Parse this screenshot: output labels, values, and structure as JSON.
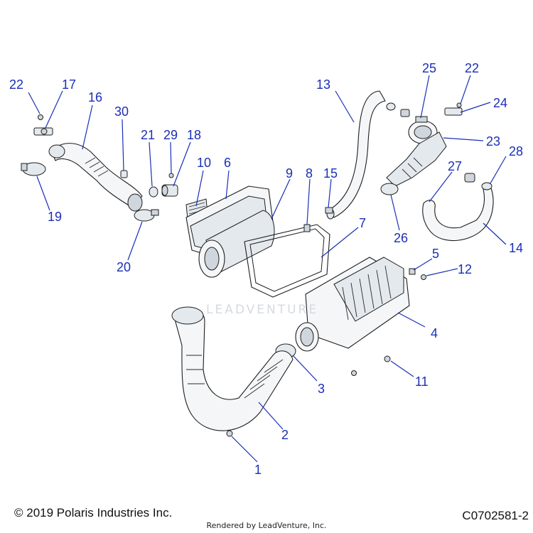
{
  "diagram": {
    "callouts": [
      "22",
      "17",
      "16",
      "30",
      "21",
      "29",
      "18",
      "10",
      "6",
      "9",
      "8",
      "15",
      "7",
      "13",
      "25",
      "22",
      "24",
      "23",
      "28",
      "27",
      "26",
      "14",
      "5",
      "12",
      "4",
      "11",
      "3",
      "2",
      "1",
      "19",
      "20"
    ],
    "watermark": "LEADVENTURE"
  },
  "footer": {
    "copyright": "© 2019 Polaris Industries Inc.",
    "rendered_by": "Rendered by LeadVenture, Inc.",
    "drawing_id": "C0702581-2"
  },
  "colors": {
    "callout": "#1a2fb8",
    "outline": "#1e1e1e"
  }
}
